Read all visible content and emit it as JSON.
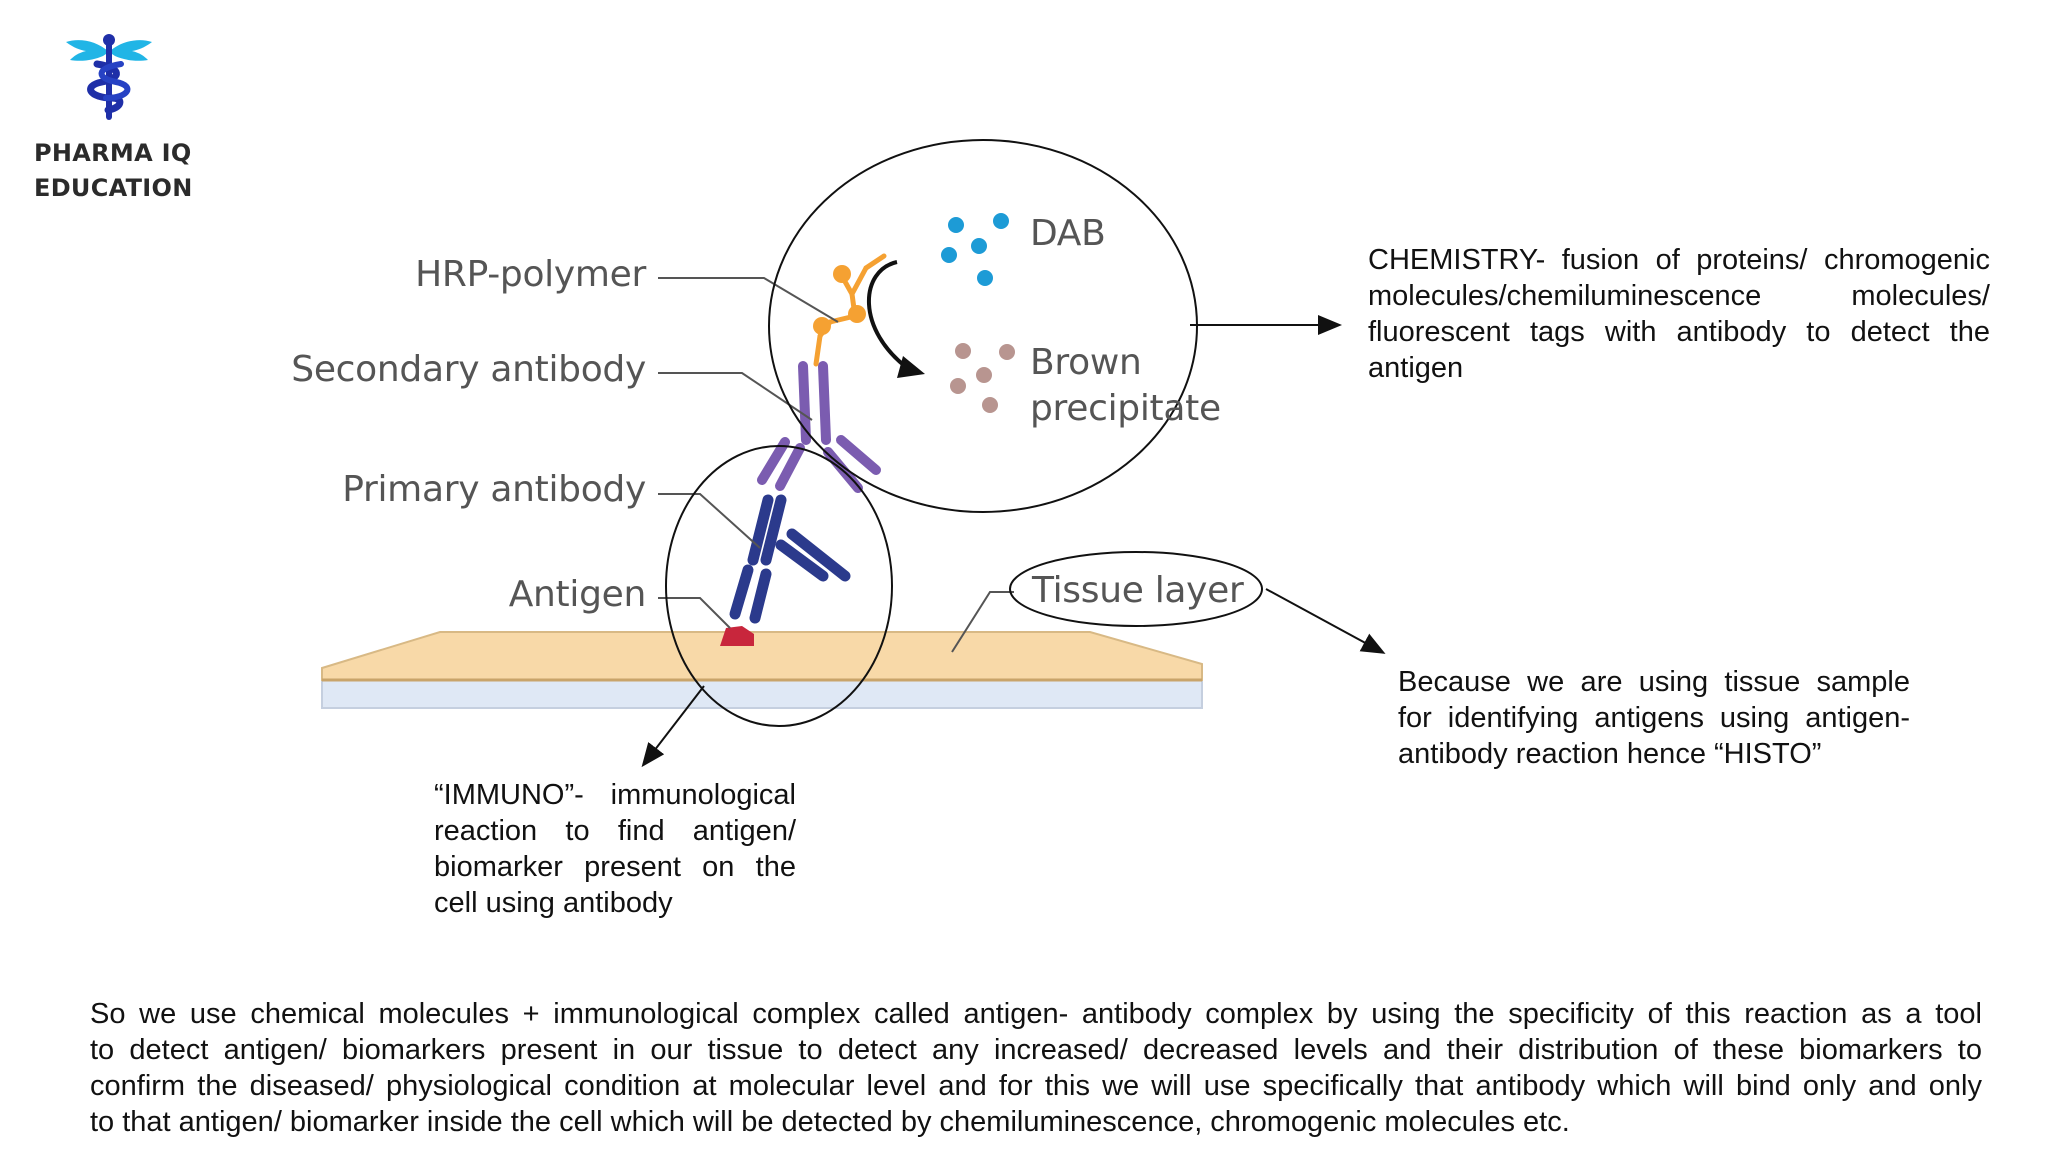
{
  "logo": {
    "line1": "PHARMA IQ",
    "line2": "EDUCATION",
    "icon": "caduceus-icon",
    "colors": {
      "primary": "#1f2fa8",
      "accent": "#21b5e6"
    }
  },
  "diagram": {
    "labels": {
      "hrp_polymer": "HRP-polymer",
      "secondary_antibody": "Secondary antibody",
      "primary_antibody": "Primary antibody",
      "antigen": "Antigen",
      "dab": "DAB",
      "brown": "Brown",
      "precipitate": "precipitate",
      "tissue_layer": "Tissue layer"
    },
    "colors": {
      "primary_antibody": "#2b3a8c",
      "secondary_antibody": "#7b5cb0",
      "hrp": "#f5a132",
      "dab": "#1d9bd6",
      "precipitate": "#b89590",
      "antigen": "#c8263c",
      "tissue": "#f8d9a8",
      "slide": "#dfe8f5"
    }
  },
  "notes": {
    "chemistry": [
      "CHEMISTRY- fusion of proteins/ chromogenic",
      "molecules/chemiluminescence molecules/",
      "fluorescent tags with antibody to detect the",
      "antigen"
    ],
    "histo": [
      "Because we are using tissue sample",
      "for identifying antigens using antigen-",
      "antibody reaction hence “HISTO”"
    ],
    "immuno": [
      "“IMMUNO”- immunological",
      "reaction to find antigen/",
      "biomarker present on the",
      "cell using antibody"
    ]
  },
  "summary": [
    "So we use chemical molecules + immunological complex called antigen- antibody complex by using the specificity of this reaction as a tool",
    "to detect antigen/ biomarkers present in our tissue to detect any increased/ decreased levels and their distribution of these biomarkers to",
    "confirm the diseased/ physiological condition at molecular level and for this we will use specifically that antibody which will bind only and only",
    "to that antigen/ biomarker inside the cell which will be detected by chemiluminescence, chromogenic molecules etc."
  ]
}
